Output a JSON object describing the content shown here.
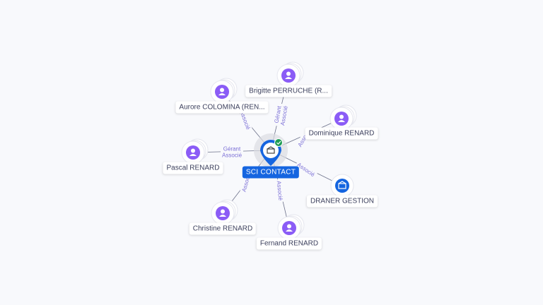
{
  "center": {
    "name": "SCI CONTACT",
    "icon": "company-icon",
    "verified": true,
    "color": "#1565e0"
  },
  "nodes": [
    {
      "name": "Aurore COLOMINA (REN...",
      "type": "person",
      "edge_labels": [
        "Associé"
      ]
    },
    {
      "name": "Brigitte PERRUCHE (R...",
      "type": "person",
      "edge_labels": [
        "Gérant",
        "Associé"
      ]
    },
    {
      "name": "Dominique RENARD",
      "type": "person",
      "edge_labels": [
        "Associé"
      ]
    },
    {
      "name": "Pascal RENARD",
      "type": "person",
      "edge_labels": [
        "Gérant",
        "Associé"
      ]
    },
    {
      "name": "DRANER GESTION",
      "type": "company",
      "edge_labels": [
        "Associé"
      ]
    },
    {
      "name": "Christine RENARD",
      "type": "person",
      "edge_labels": [
        "Associé"
      ]
    },
    {
      "name": "Fernand RENARD",
      "type": "person",
      "edge_labels": [
        "Associé"
      ]
    }
  ],
  "colors": {
    "person": "#8b5cf6",
    "company": "#1565e0",
    "edge": "#6b7089",
    "edge_label": "#7b6fd6"
  }
}
